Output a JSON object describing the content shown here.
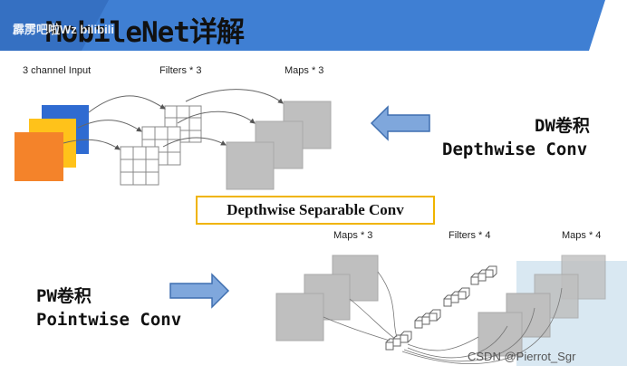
{
  "title": "MobileNet详解",
  "watermark": "霹雳吧啦Wz  bilibili",
  "dw": {
    "input_label": "3 channel Input",
    "filters_label": "Filters * 3",
    "maps_label": "Maps * 3",
    "name_cn": "DW卷积",
    "name_en": "Depthwise Conv"
  },
  "separable_label": "Depthwise Separable Conv",
  "pw": {
    "maps_label": "Maps * 3",
    "filters_label": "Filters * 4",
    "maps_out_label": "Maps * 4",
    "name_cn": "PW卷积",
    "name_en": "Pointwise Conv"
  },
  "footer": "CSDN @Pierrot_Sgr",
  "colors": {
    "header_blue": "#3f7fd3",
    "input_blue": "#2f6bd1",
    "input_yellow": "#ffc21a",
    "input_orange": "#f4832a",
    "arrow_fill": "#7fa7dc",
    "arrow_stroke": "#3f6fb0",
    "gray_map": "#bfbfbf",
    "box_border": "#f0b400"
  }
}
